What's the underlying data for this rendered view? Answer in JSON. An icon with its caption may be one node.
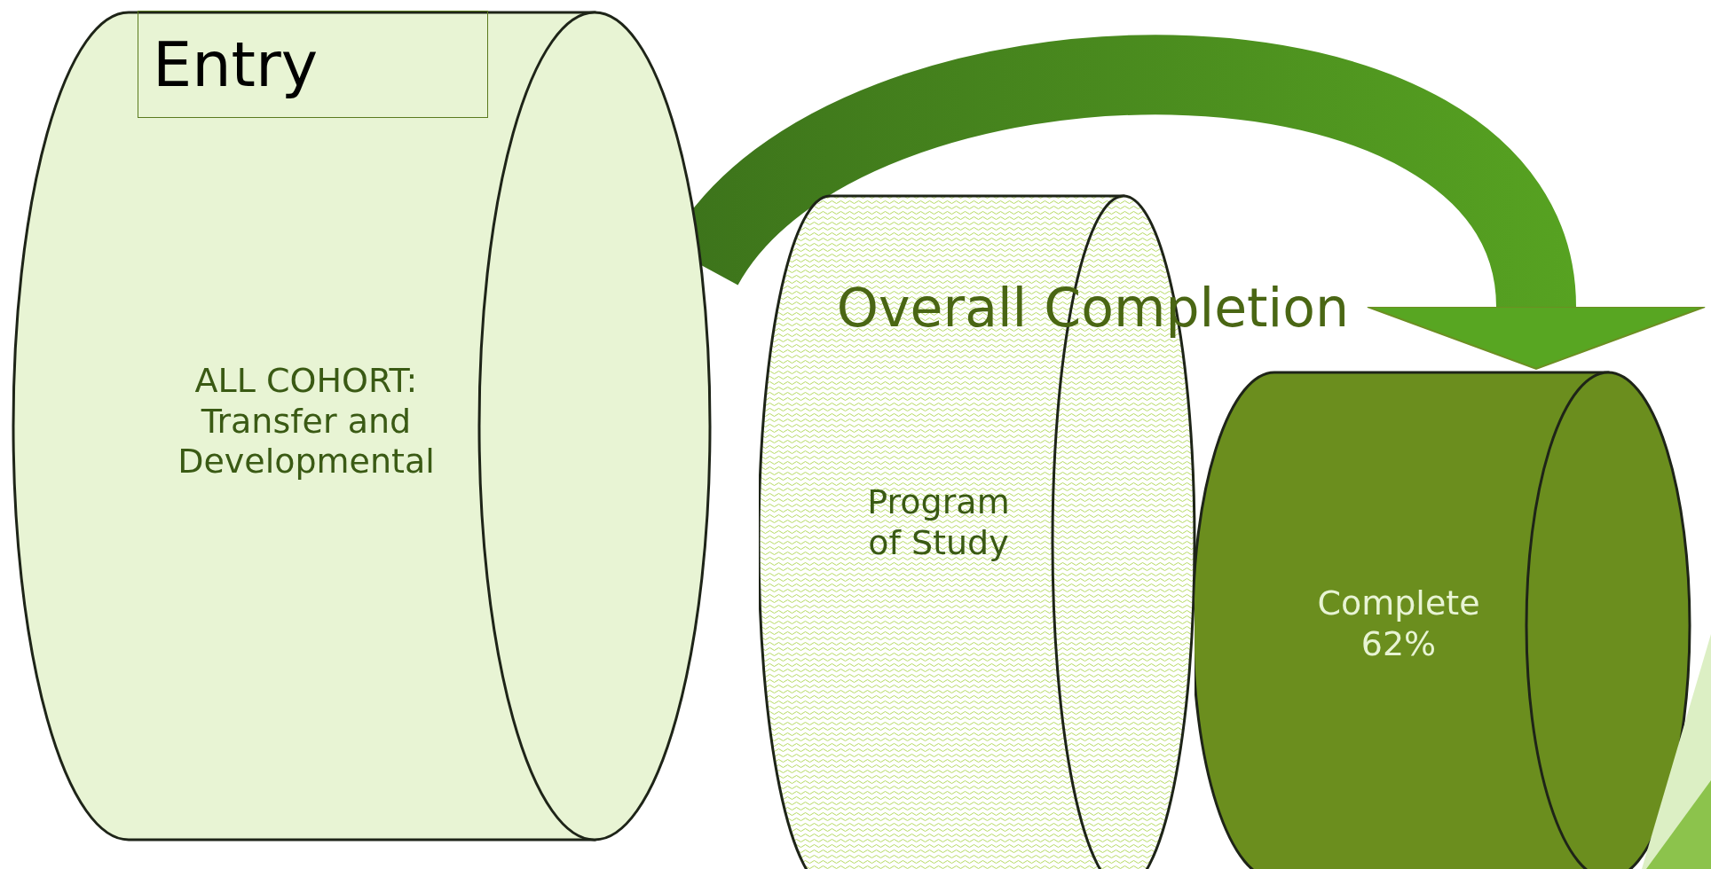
{
  "diagram": {
    "nodes": [
      {
        "text": [
          "ALL COHORT: Transfer and Developmental"
        ]
      },
      {
        "text": [
          "Entry"
        ],
        "in": 0
      },
      {
        "text": [
          "Program of Study"
        ]
      },
      {
        "text": [
          "Complete 62%"
        ]
      }
    ],
    "edges": [
      {
        "from": 0,
        "to": 3,
        "arrow": "to",
        "label": "Overall Completion"
      }
    ]
  }
}
